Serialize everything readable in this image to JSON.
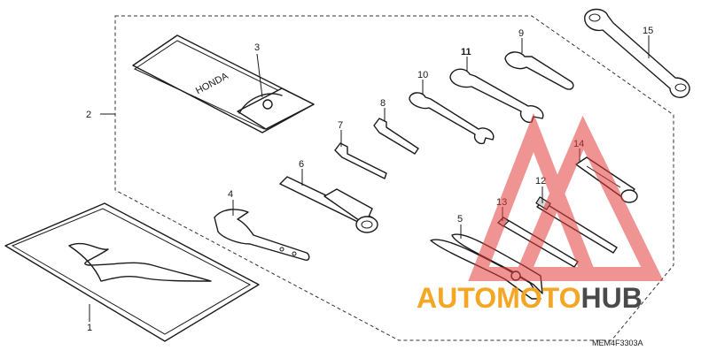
{
  "callouts": {
    "c1": "1",
    "c2": "2",
    "c3": "3",
    "c4": "4",
    "c5": "5",
    "c6": "6",
    "c7": "7",
    "c8": "8",
    "c9": "9",
    "c10": "10",
    "c11": "11",
    "c12": "12",
    "c13": "13",
    "c14": "14",
    "c15": "15"
  },
  "pouch_text": "HONDA",
  "drawing_code": "MEM4F3303A",
  "watermark": {
    "part1": "AUTO",
    "part2": "MOTO",
    "part3": "HUB",
    "color_main": "#f5a623",
    "color_dark": "#4a4a4a",
    "triangle_color": "#e23b3b"
  }
}
